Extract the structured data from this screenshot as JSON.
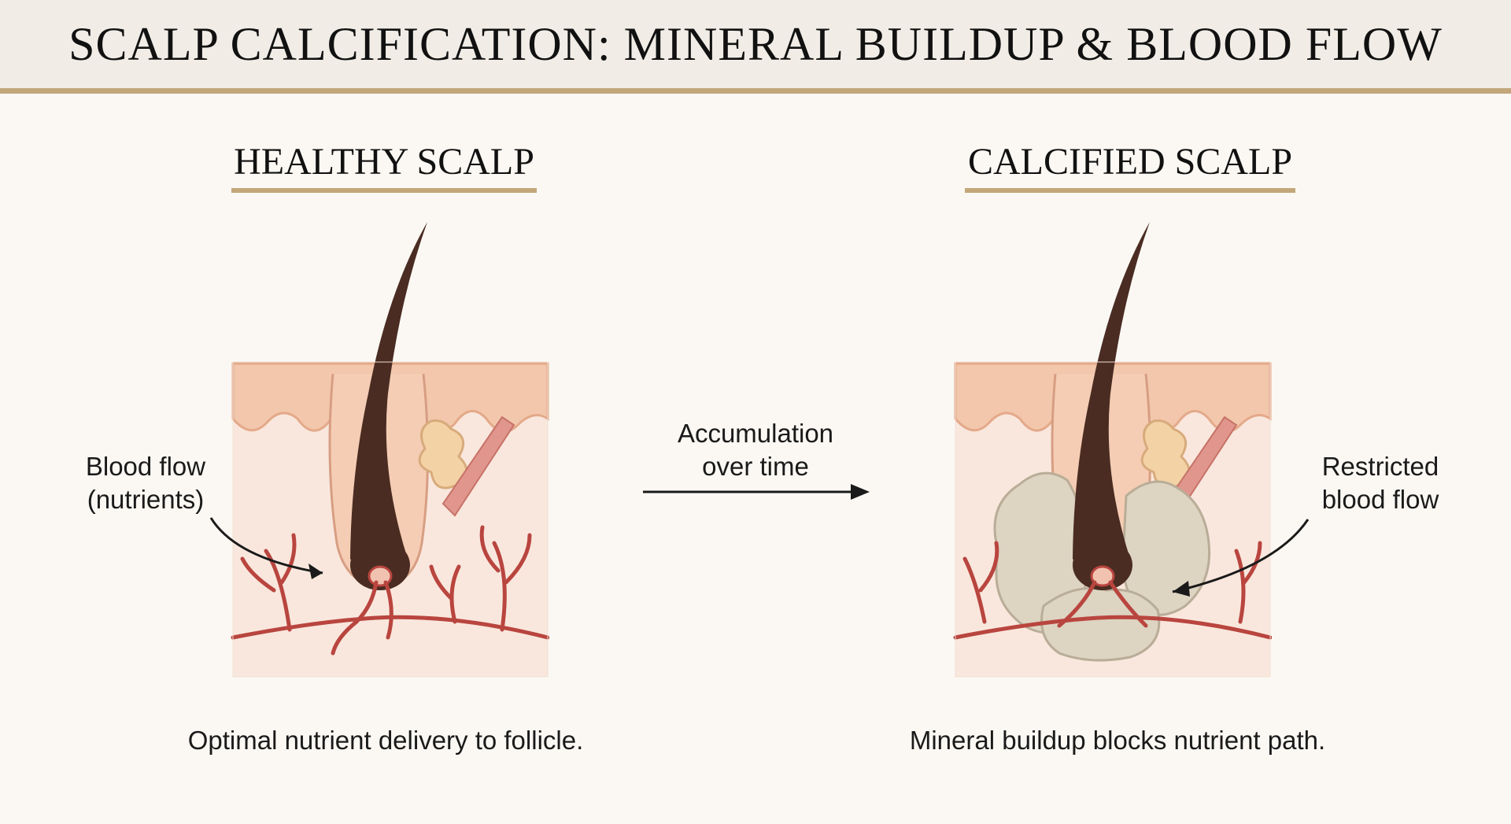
{
  "title": "SCALP CALCIFICATION: MINERAL BUILDUP & BLOOD FLOW",
  "panels": [
    {
      "heading": "HEALTHY SCALP",
      "callout_line1": "Blood flow",
      "callout_line2": "(nutrients)",
      "caption": "Optimal nutrient delivery to follicle."
    },
    {
      "heading": "CALCIFIED SCALP",
      "callout_line1": "Restricted",
      "callout_line2": "blood flow",
      "caption": "Mineral buildup blocks nutrient path."
    }
  ],
  "transition": {
    "line1": "Accumulation",
    "line2": "over time"
  },
  "colors": {
    "background": "#fbf8f3",
    "title_band": "#f1ede6",
    "accent_rule": "#c2a77a",
    "epidermis": "#f2c7ac",
    "dermis": "#f9e7dd",
    "hair": "#4a2c22",
    "blood_vessel": "#b9453f",
    "calcification": "#ddd4c2",
    "text": "#111111"
  }
}
